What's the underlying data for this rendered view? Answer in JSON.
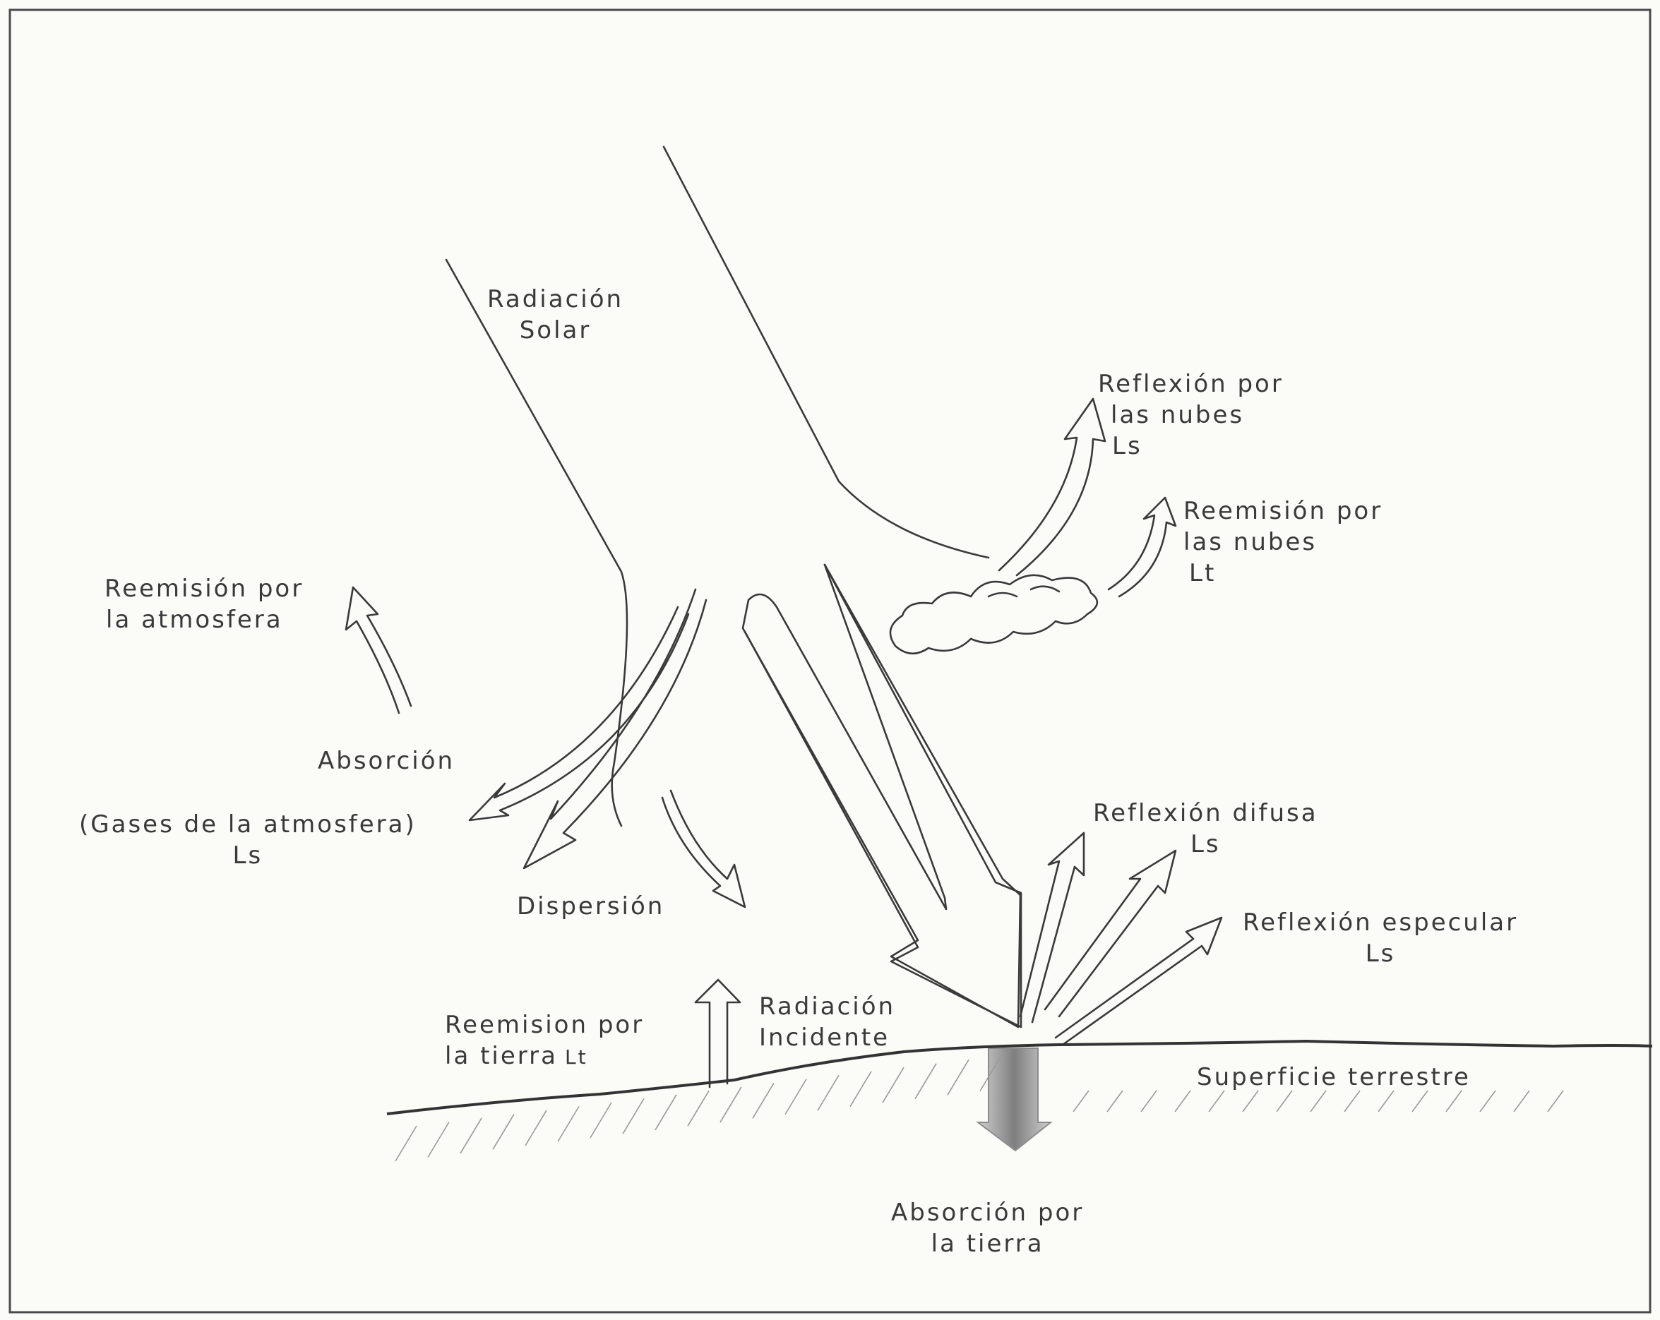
{
  "labels": {
    "radiacion_solar": [
      "Radiación",
      "Solar"
    ],
    "reflexion_nubes": [
      "Reflexión por",
      "las nubes",
      "Ls"
    ],
    "reemision_nubes": [
      "Reemisión por",
      "las nubes",
      "Lt"
    ],
    "reemision_atmosfera": [
      "Reemisión por",
      "la atmosfera"
    ],
    "absorcion": "Absorción",
    "gases_atmosfera": [
      "(Gases de la atmosfera)",
      "Ls"
    ],
    "dispersion": "Dispersión",
    "reflexion_difusa": [
      "Reflexión difusa",
      "Ls"
    ],
    "reflexion_especular": [
      "Reflexión especular",
      "Ls"
    ],
    "reemision_tierra": [
      "Reemision por",
      "la tierra",
      "Lt"
    ],
    "radiacion_incidente": [
      "Radiación",
      "Incidente"
    ],
    "superficie": "Superficie terrestre",
    "absorcion_tierra": [
      "Absorción por",
      "la tierra"
    ]
  },
  "colors": {
    "ink": "#3a3a3a",
    "paper": "#fbfbf8",
    "hatch": "#9a9a9a",
    "grey_arrow": "#8c8c8c"
  }
}
